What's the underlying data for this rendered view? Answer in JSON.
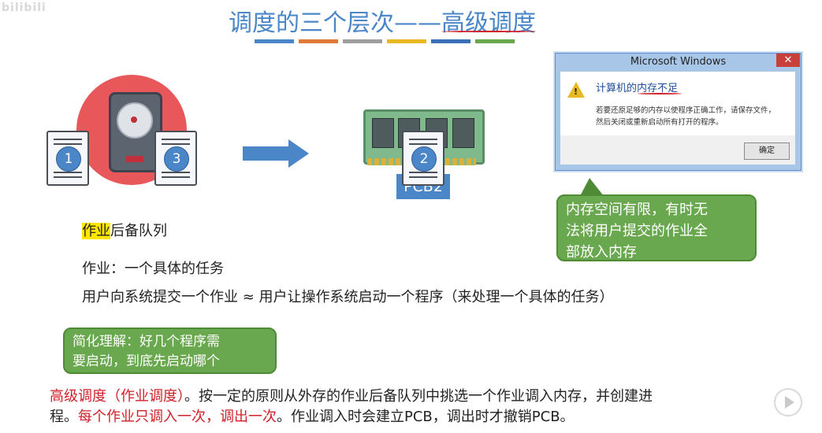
{
  "watermark": "bilibili",
  "title": {
    "prefix": "调度的三个层次——",
    "highlight": "高级调度"
  },
  "color_strip": [
    "#4a86c8",
    "#e07a3a",
    "#9e9e9e",
    "#e8b923",
    "#3b6fb6",
    "#6aa84f"
  ],
  "illustration": {
    "doc_left": "1",
    "doc_right": "3",
    "doc_memory": "2",
    "pcb_label": "PCB2"
  },
  "dialog": {
    "title": "Microsoft Windows",
    "close": "✕",
    "heading_prefix": "计算机的",
    "heading_highlight": "内存不足",
    "message_line1": "若要还原足够的内存以使程序正确工作，请保存文件，",
    "message_line2": "然后关闭或重新启动所有打开的程序。",
    "ok_button": "确定"
  },
  "callout_right": {
    "line1": "内存空间有限，有时无",
    "line2": "法将用户提交的作业全",
    "line3": "部放入内存"
  },
  "queue": {
    "highlight": "作业",
    "rest": "后备队列"
  },
  "definition": "作业：一个具体的任务",
  "equivalence": "用户向系统提交一个作业 ≈ 用户让操作系统启动一个程序（来处理一个具体的任务）",
  "callout_left": {
    "line1": "简化理解：好几个程序需",
    "line2": "要启动，到底先启动哪个"
  },
  "body": {
    "red1": "高级调度（作业调度）",
    "text1": "。按一定的原则从外存的作业后备队列中挑选一个作业调入内存，并创建进",
    "text2a": "程。",
    "red2": "每个作业只调入一次，调出一次",
    "text2b": "。作业调入时会建立PCB，调出时才撤销PCB。"
  }
}
